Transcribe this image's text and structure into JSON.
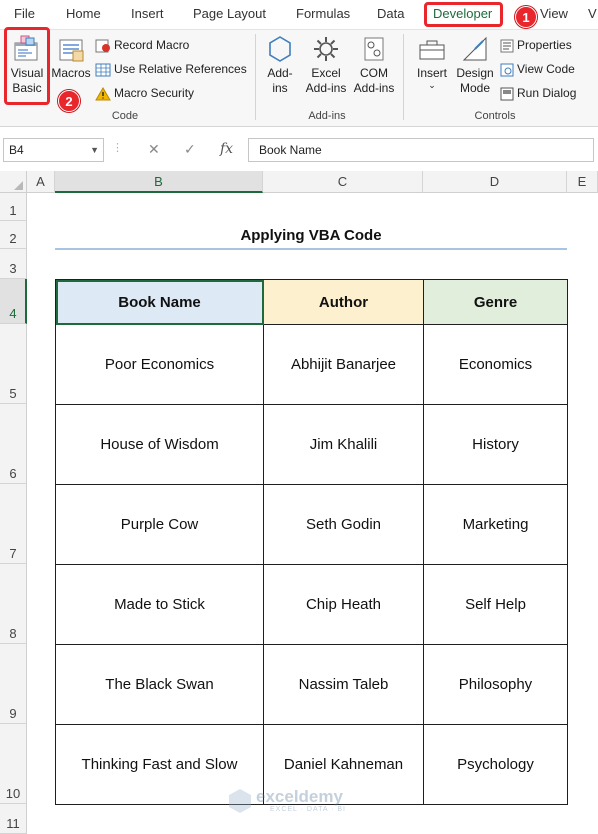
{
  "menu": {
    "items": [
      "File",
      "Home",
      "Insert",
      "Page Layout",
      "Formulas",
      "Data",
      "Developer",
      "View",
      "V"
    ],
    "active": "Developer"
  },
  "badges": {
    "one": "1",
    "two": "2"
  },
  "ribbon": {
    "code": {
      "label": "Code",
      "visual_basic": "Visual Basic",
      "macros": "Macros",
      "record_macro": "Record Macro",
      "relative_refs": "Use Relative References",
      "macro_security": "Macro Security"
    },
    "addins": {
      "label": "Add-ins",
      "add_ins": "Add-ins",
      "excel_add_ins": "Excel Add-ins",
      "com_add_ins": "COM Add-ins"
    },
    "controls": {
      "label": "Controls",
      "insert": "Insert",
      "design_mode": "Design Mode",
      "properties": "Properties",
      "view_code": "View Code",
      "run_dialog": "Run Dialog"
    }
  },
  "formula_bar": {
    "name_box": "B4",
    "fx": "fx",
    "content": "Book Name"
  },
  "grid": {
    "columns": [
      "A",
      "B",
      "C",
      "D",
      "E"
    ],
    "rows": [
      "1",
      "2",
      "3",
      "4",
      "5",
      "6",
      "7",
      "8",
      "9",
      "10",
      "11"
    ],
    "title": "Applying VBA Code",
    "headers": [
      "Book Name",
      "Author",
      "Genre"
    ],
    "books": [
      [
        "Poor Economics",
        "Abhijit Banarjee",
        "Economics"
      ],
      [
        "House of Wisdom",
        "Jim Khalili",
        "History"
      ],
      [
        "Purple Cow",
        "Seth Godin",
        "Marketing"
      ],
      [
        "Made to Stick",
        "Chip Heath",
        "Self Help"
      ],
      [
        "The Black Swan",
        "Nassim Taleb",
        "Philosophy"
      ],
      [
        "Thinking Fast and Slow",
        "Daniel Kahneman",
        "Psychology"
      ]
    ]
  },
  "watermark": {
    "name": "exceldemy",
    "tag": "EXCEL · DATA · BI"
  },
  "colors": {
    "accent_green": "#1d6b3c",
    "highlight_red": "#e8262b"
  }
}
